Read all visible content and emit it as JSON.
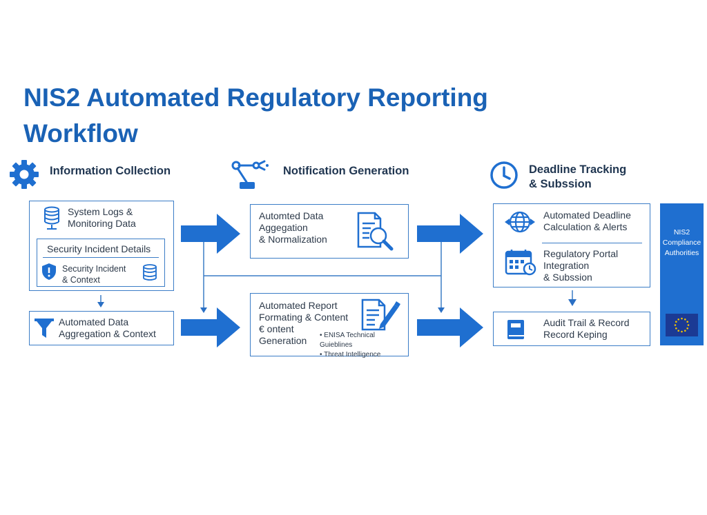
{
  "title_line1": "NIS2 Automated Regulatory Reporting",
  "title_line2": "Workflow",
  "sections": {
    "collection": "Information Collection",
    "notification": "Notification Generation",
    "deadline_line1": "Deadline Tracking",
    "deadline_line2": "& Subssion"
  },
  "collection": {
    "logs_line1": "System Logs &",
    "logs_line2": "Monitoring Data",
    "incident_header": "Security Incident Details",
    "incident_line1": "Security Incident",
    "incident_line2": "& Context",
    "aggregation_line1": "Automated Data",
    "aggregation_line2": "Aggregation & Context"
  },
  "notification": {
    "agg_line1": "Automted Data",
    "agg_line2": "Aggegation",
    "agg_line3": "& Normalization",
    "report_line1": "Automated Report",
    "report_line2": "Formating & Content",
    "report_line3": "€ ontent",
    "report_line4": "Generation",
    "bullet1": "• ENISA Technical Guieblines",
    "bullet2": "• Threat Intelligence"
  },
  "deadline": {
    "calc_line1": "Automated Deadline",
    "calc_line2": "Calculation & Alerts",
    "portal_line1": "Regulatory Portal",
    "portal_line2": "Integration",
    "portal_line3": "& Subssion",
    "audit_line1": "Audit Trail & Record",
    "audit_line2": "Record Keping"
  },
  "authority": {
    "line1": "NIS2",
    "line2": "Compliance",
    "line3": "Authorities"
  },
  "colors": {
    "brand": "#1a62b5",
    "arrow": "#1f6fd0",
    "panel": "#1f6fd0",
    "eu_flag": "#1b3a94",
    "eu_stars": "#f2c200"
  },
  "icons": [
    "gear-icon",
    "robot-arm-icon",
    "clock-icon",
    "database-icon",
    "shield-icon",
    "stack-icon",
    "funnel-icon",
    "document-search-icon",
    "document-pen-icon",
    "globe-arrows-icon",
    "calendar-icon",
    "book-icon",
    "eu-flag-icon"
  ]
}
